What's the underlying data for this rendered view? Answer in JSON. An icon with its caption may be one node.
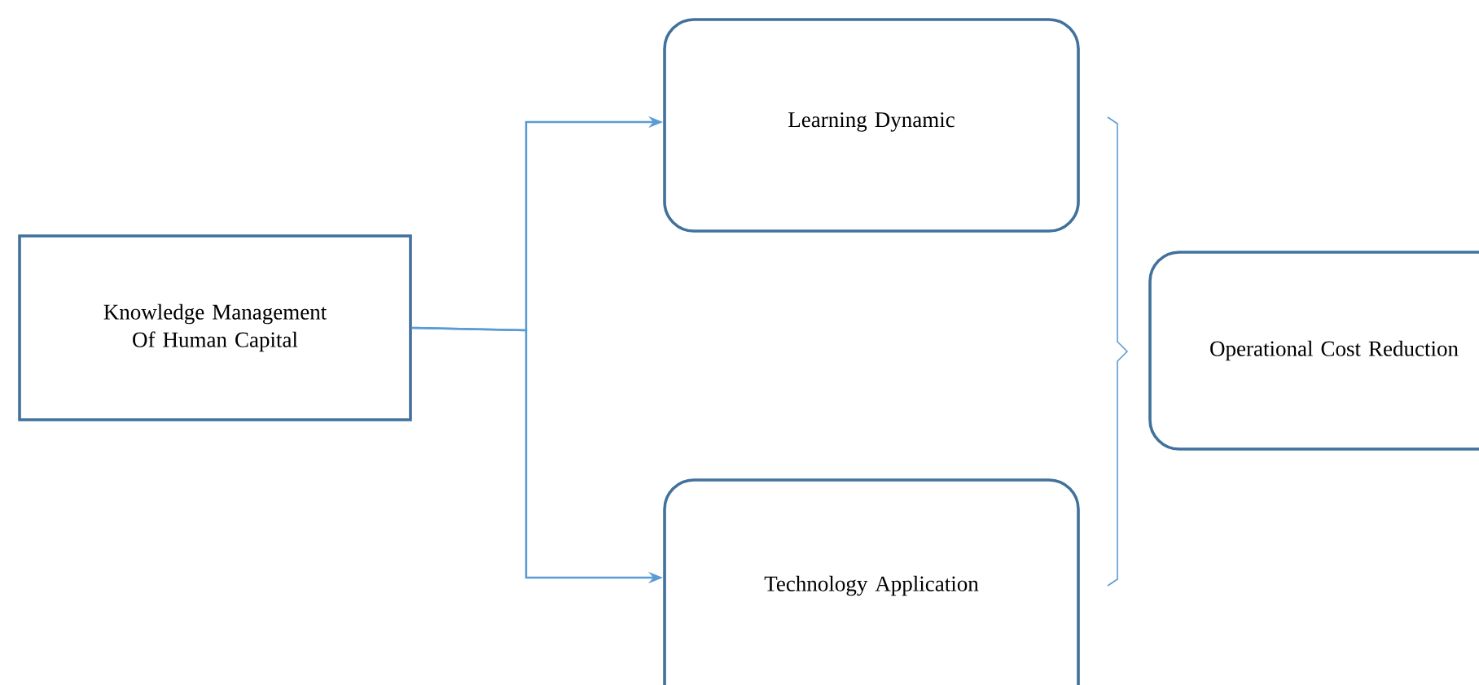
{
  "diagram": {
    "nodes": [
      {
        "text": [
          "Knowledge Management Of Human Capital"
        ]
      },
      {
        "text": [
          "Learning Dynamic"
        ]
      },
      {
        "text": [
          "Technology Application"
        ]
      },
      {
        "text": [
          "Operational Cost Reduction"
        ]
      }
    ],
    "edges": [
      {
        "from": 0,
        "to": 1,
        "arrow": "to"
      },
      {
        "from": 0,
        "to": 2,
        "arrow": "to"
      }
    ]
  }
}
